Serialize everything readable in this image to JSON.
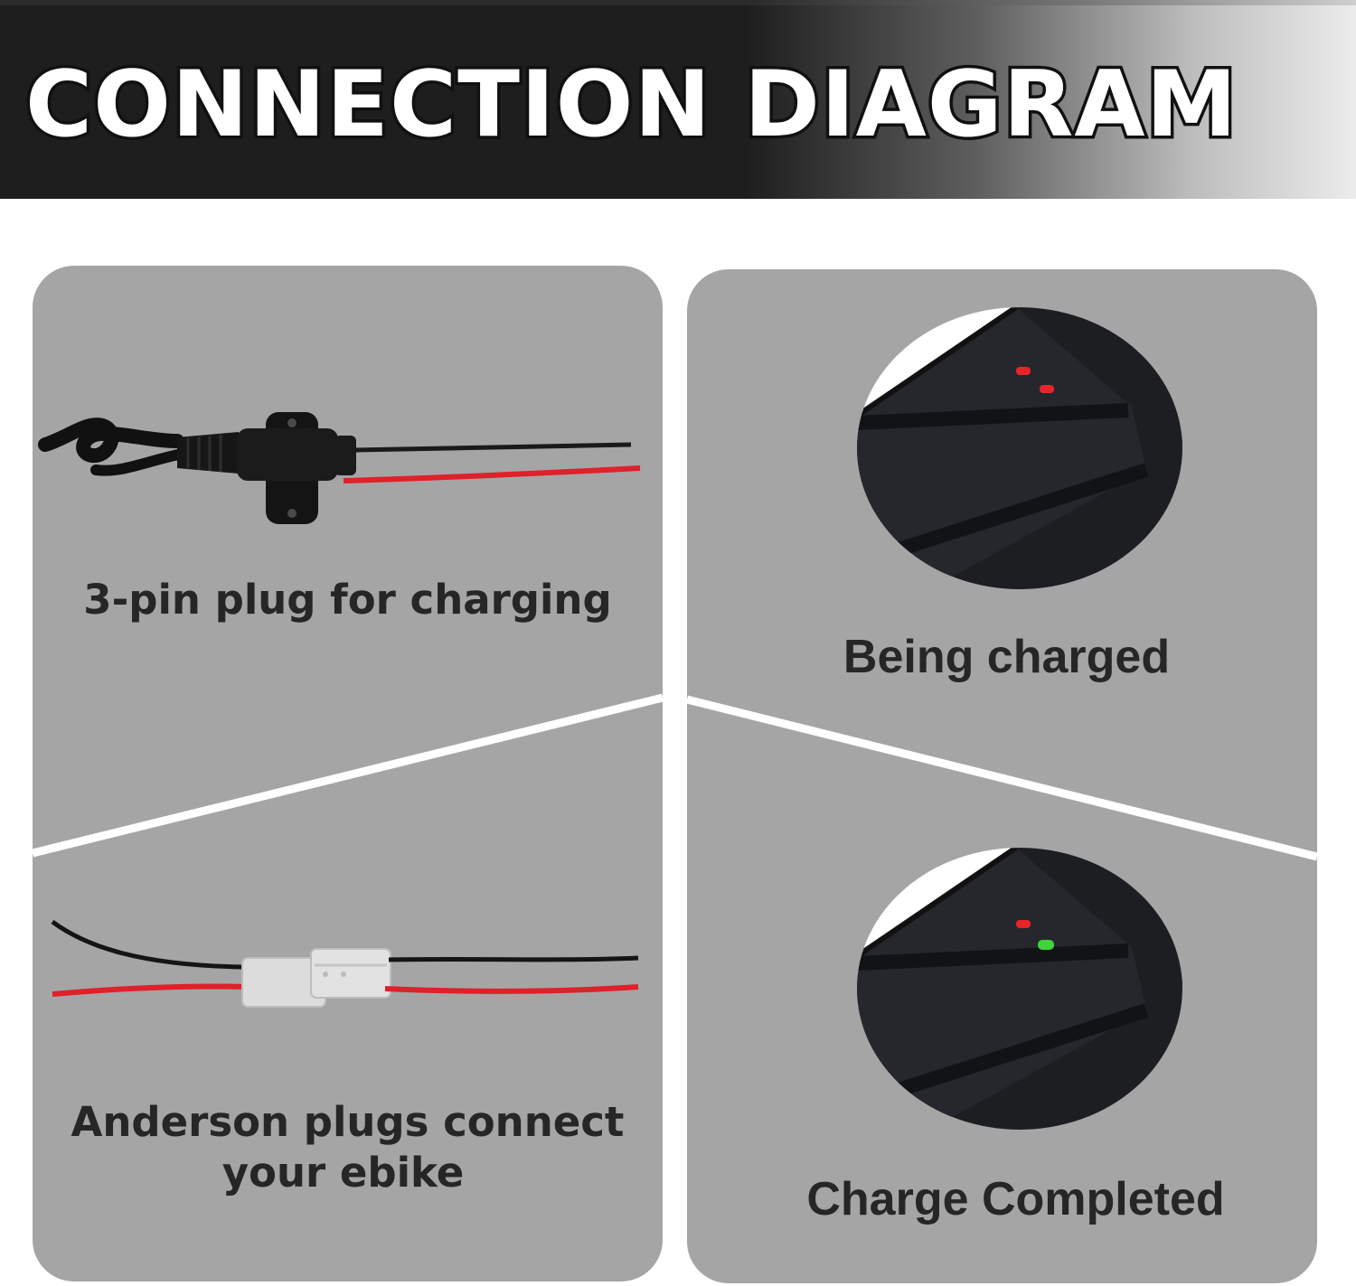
{
  "header": {
    "title": "CONNECTION DIAGRAM"
  },
  "panels": {
    "top_left": {
      "label": "3-pin plug for charging",
      "image": "3-pin-plug-with-red-black-wires"
    },
    "bottom_left": {
      "label_line1": "Anderson plugs connect",
      "label_line2": "your ebike",
      "image": "anderson-connector-with-red-black-wires"
    },
    "top_right": {
      "label": "Being charged",
      "image": "charger-red-red-indicators",
      "indicators": [
        "#e8242b",
        "#e8242b"
      ]
    },
    "bottom_right": {
      "label": "Charge Completed",
      "image": "charger-red-green-indicators",
      "indicators": [
        "#e8242b",
        "#3ed43a"
      ]
    }
  },
  "colors": {
    "panel_bg": "#a5a5a5",
    "label_text": "#262626",
    "wire_red": "#e0202a",
    "wire_black": "#1a1a1a",
    "anderson_plug": "#dcdcdc"
  }
}
